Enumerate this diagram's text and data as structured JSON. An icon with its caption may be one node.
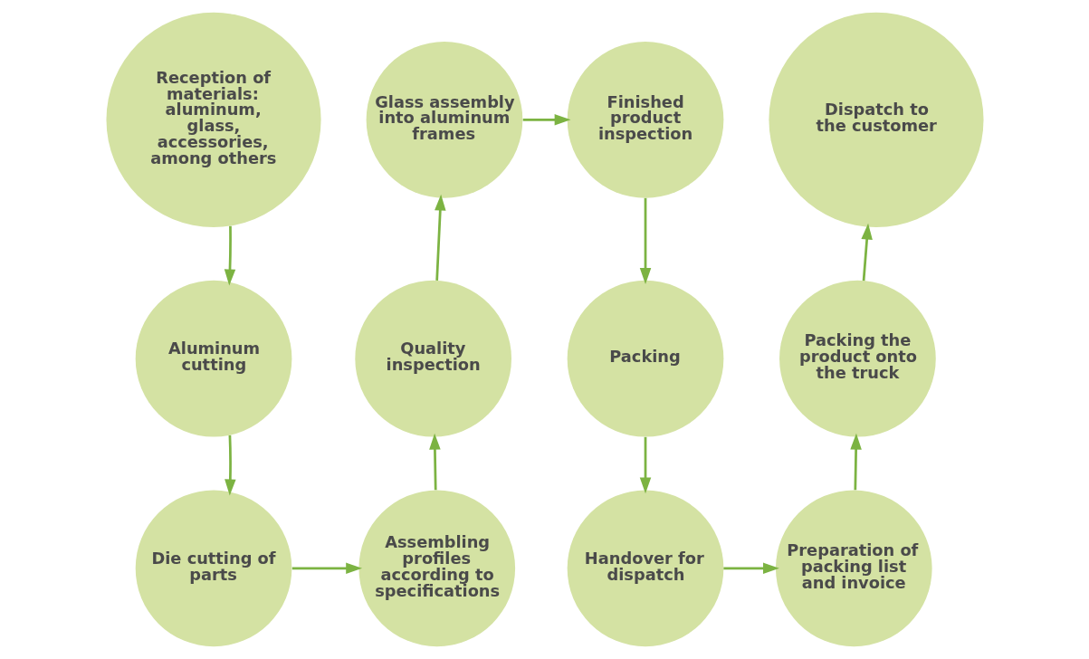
{
  "diagram": {
    "nodes": [
      {
        "text": [
          "Reception of materials: aluminum, glass, accessories, among others"
        ]
      },
      {
        "text": [
          "Aluminum cutting"
        ]
      },
      {
        "text": [
          "Die cutting of parts"
        ]
      },
      {
        "text": [
          "Assembling profiles according to specifications"
        ]
      },
      {
        "text": [
          "Quality inspection"
        ]
      },
      {
        "text": [
          "Glass assembly into aluminum frames"
        ]
      },
      {
        "text": [
          "Finished product inspection"
        ]
      },
      {
        "text": [
          "Packing"
        ]
      },
      {
        "text": [
          "Handover for dispatch"
        ]
      },
      {
        "text": [
          "Preparation of packing list and invoice"
        ]
      },
      {
        "text": [
          "Packing the product onto the truck"
        ]
      },
      {
        "text": [
          "Dispatch to the customer"
        ]
      }
    ],
    "edges": [
      {
        "from": 0,
        "to": 1,
        "arrow": "to"
      },
      {
        "from": 1,
        "to": 2,
        "arrow": "to"
      },
      {
        "from": 2,
        "to": 3,
        "arrow": "to"
      },
      {
        "from": 3,
        "to": 4,
        "arrow": "to"
      },
      {
        "from": 4,
        "to": 5,
        "arrow": "to"
      },
      {
        "from": 5,
        "to": 6,
        "arrow": "to"
      },
      {
        "from": 6,
        "to": 7,
        "arrow": "to"
      },
      {
        "from": 7,
        "to": 8,
        "arrow": "to"
      },
      {
        "from": 8,
        "to": 9,
        "arrow": "to"
      },
      {
        "from": 9,
        "to": 10,
        "arrow": "to"
      },
      {
        "from": 10,
        "to": 11,
        "arrow": "to"
      }
    ]
  }
}
